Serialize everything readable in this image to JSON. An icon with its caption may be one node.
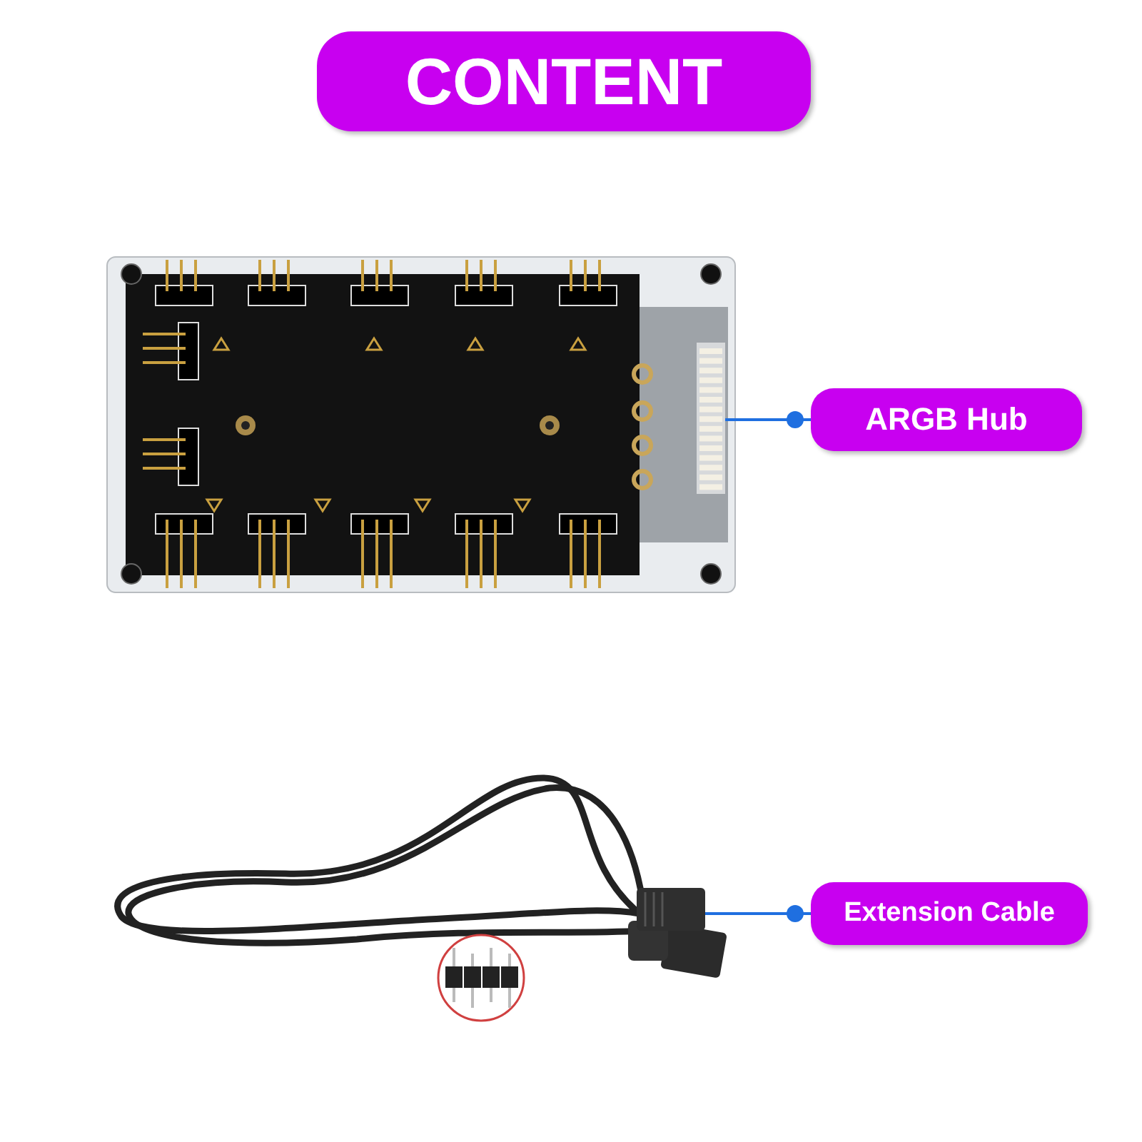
{
  "diagram": {
    "title": "CONTENT",
    "nodes": [
      {
        "text": [
          "ARGB Hub"
        ]
      },
      {
        "text": [],
        "shape": "picture"
      },
      {
        "text": [
          "Extension Cable"
        ]
      },
      {
        "text": [],
        "shape": "picture"
      }
    ],
    "edges": [
      {
        "from": 0,
        "to": 1,
        "arrow": "other"
      },
      {
        "from": 2,
        "to": 3,
        "arrow": "other"
      }
    ]
  }
}
